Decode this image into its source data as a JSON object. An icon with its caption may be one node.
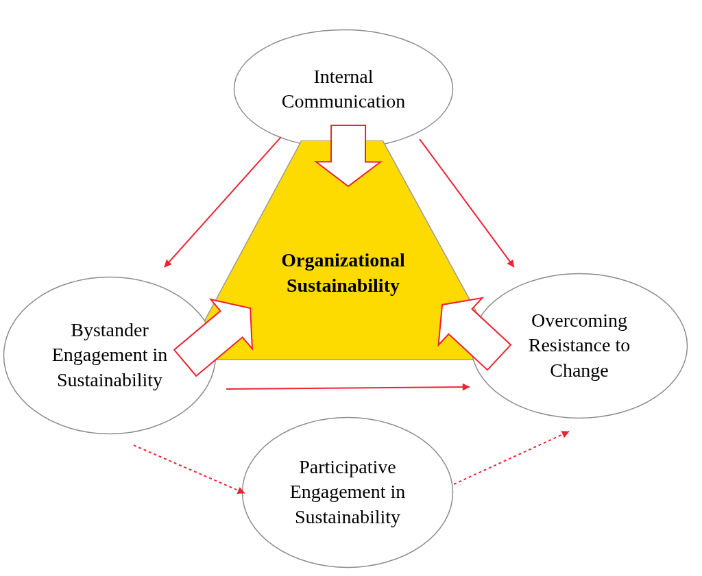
{
  "diagram": {
    "nodes": [
      {
        "text": [
          "Internal Communication"
        ]
      },
      {
        "text": [
          "Organizational Sustainability"
        ]
      },
      {
        "text": [
          "Bystander Engagement in Sustainability"
        ]
      },
      {
        "text": [
          "Overcoming Resistance to Change"
        ]
      },
      {
        "text": [
          "Participative Engagement in Sustainability"
        ]
      }
    ],
    "edges": [
      {
        "from": 0,
        "to": 2,
        "arrow": "to"
      },
      {
        "from": 0,
        "to": 3,
        "arrow": "to"
      },
      {
        "from": 0,
        "to": 1,
        "arrow": "to",
        "style": "thick"
      },
      {
        "from": 2,
        "to": 1,
        "arrow": "to",
        "style": "thick"
      },
      {
        "from": 3,
        "to": 1,
        "arrow": "to",
        "style": "thick"
      },
      {
        "from": 2,
        "to": 3,
        "arrow": "to"
      },
      {
        "from": 2,
        "to": 4,
        "arrow": "to",
        "style": "dashed"
      },
      {
        "from": 4,
        "to": 3,
        "arrow": "to",
        "style": "dashed"
      }
    ]
  }
}
